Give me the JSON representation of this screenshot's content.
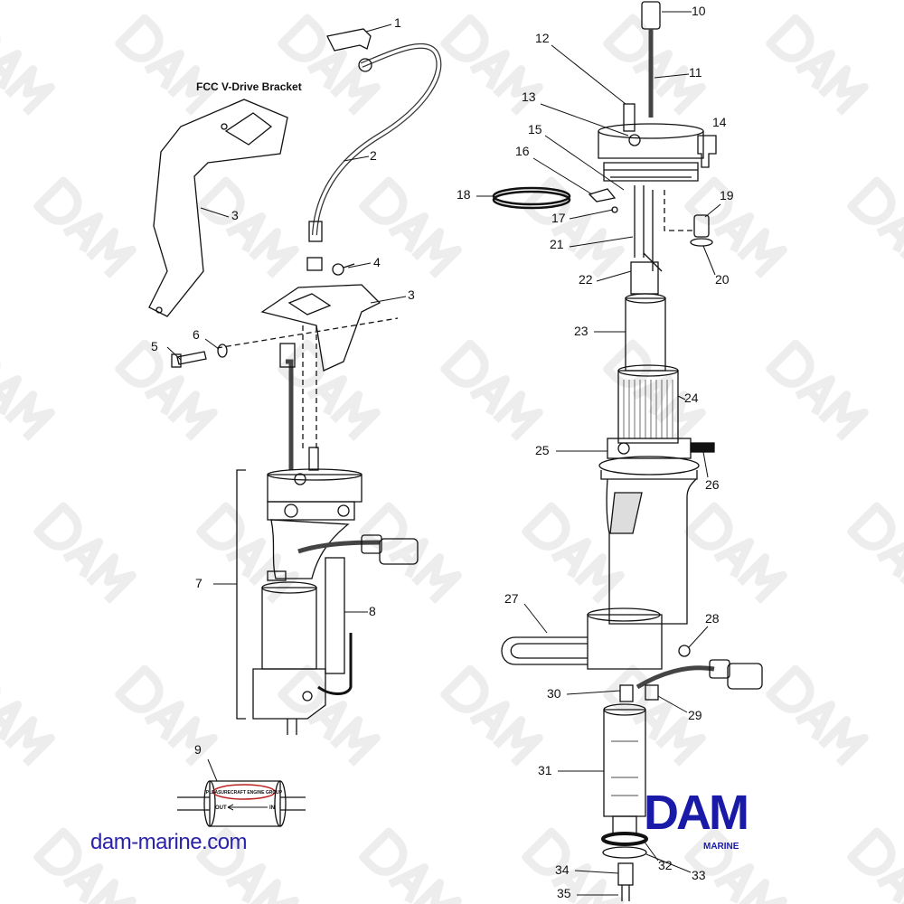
{
  "title": "FCC V-Drive Bracket",
  "website": "dam-marine.com",
  "logo": {
    "text": "DAM",
    "subtext": "MARINE",
    "color": "#1a1aa8"
  },
  "watermark": "DAM",
  "filter_label": {
    "brand": "PLEASURECRAFT ENGINE GROUP",
    "out": "OUT",
    "in": "IN"
  },
  "callouts": [
    "1",
    "2",
    "3",
    "4",
    "3",
    "5",
    "6",
    "7",
    "8",
    "9",
    "10",
    "11",
    "12",
    "13",
    "14",
    "15",
    "16",
    "17",
    "18",
    "19",
    "20",
    "21",
    "22",
    "23",
    "24",
    "25",
    "26",
    "27",
    "28",
    "29",
    "30",
    "31",
    "32",
    "33",
    "34",
    "35"
  ]
}
